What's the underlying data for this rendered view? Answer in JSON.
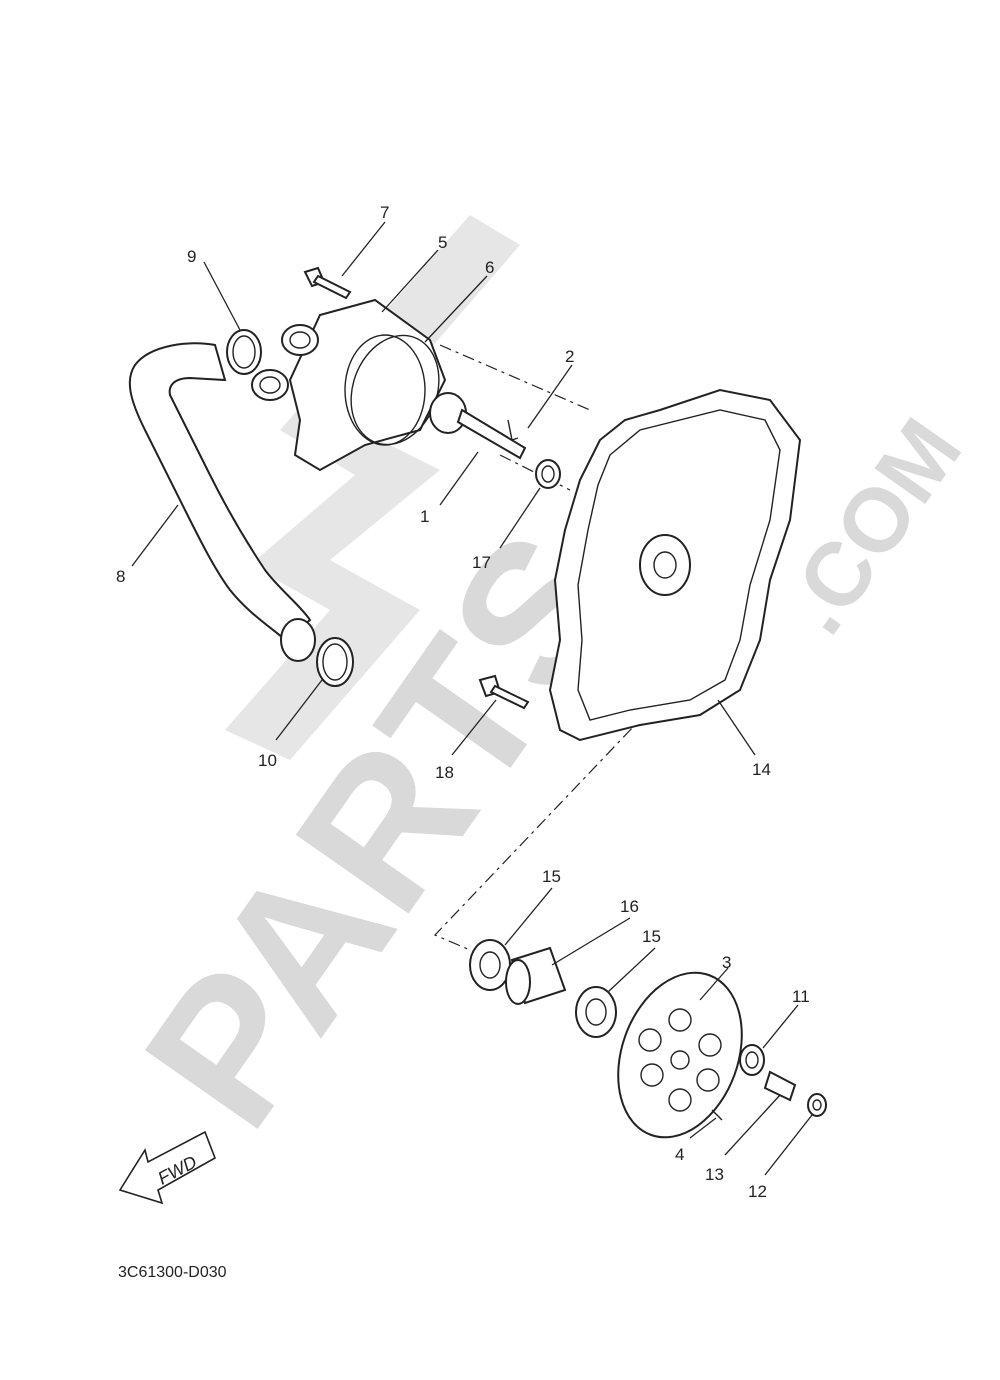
{
  "watermark": {
    "brand": "PARTS",
    "suffix": ".COM"
  },
  "callouts": [
    "1",
    "2",
    "3",
    "4",
    "5",
    "6",
    "7",
    "8",
    "9",
    "10",
    "11",
    "12",
    "13",
    "14",
    "15",
    "15",
    "16",
    "17",
    "18"
  ],
  "fwd_label": "FWD",
  "diagram_code": "3C61300-D030"
}
